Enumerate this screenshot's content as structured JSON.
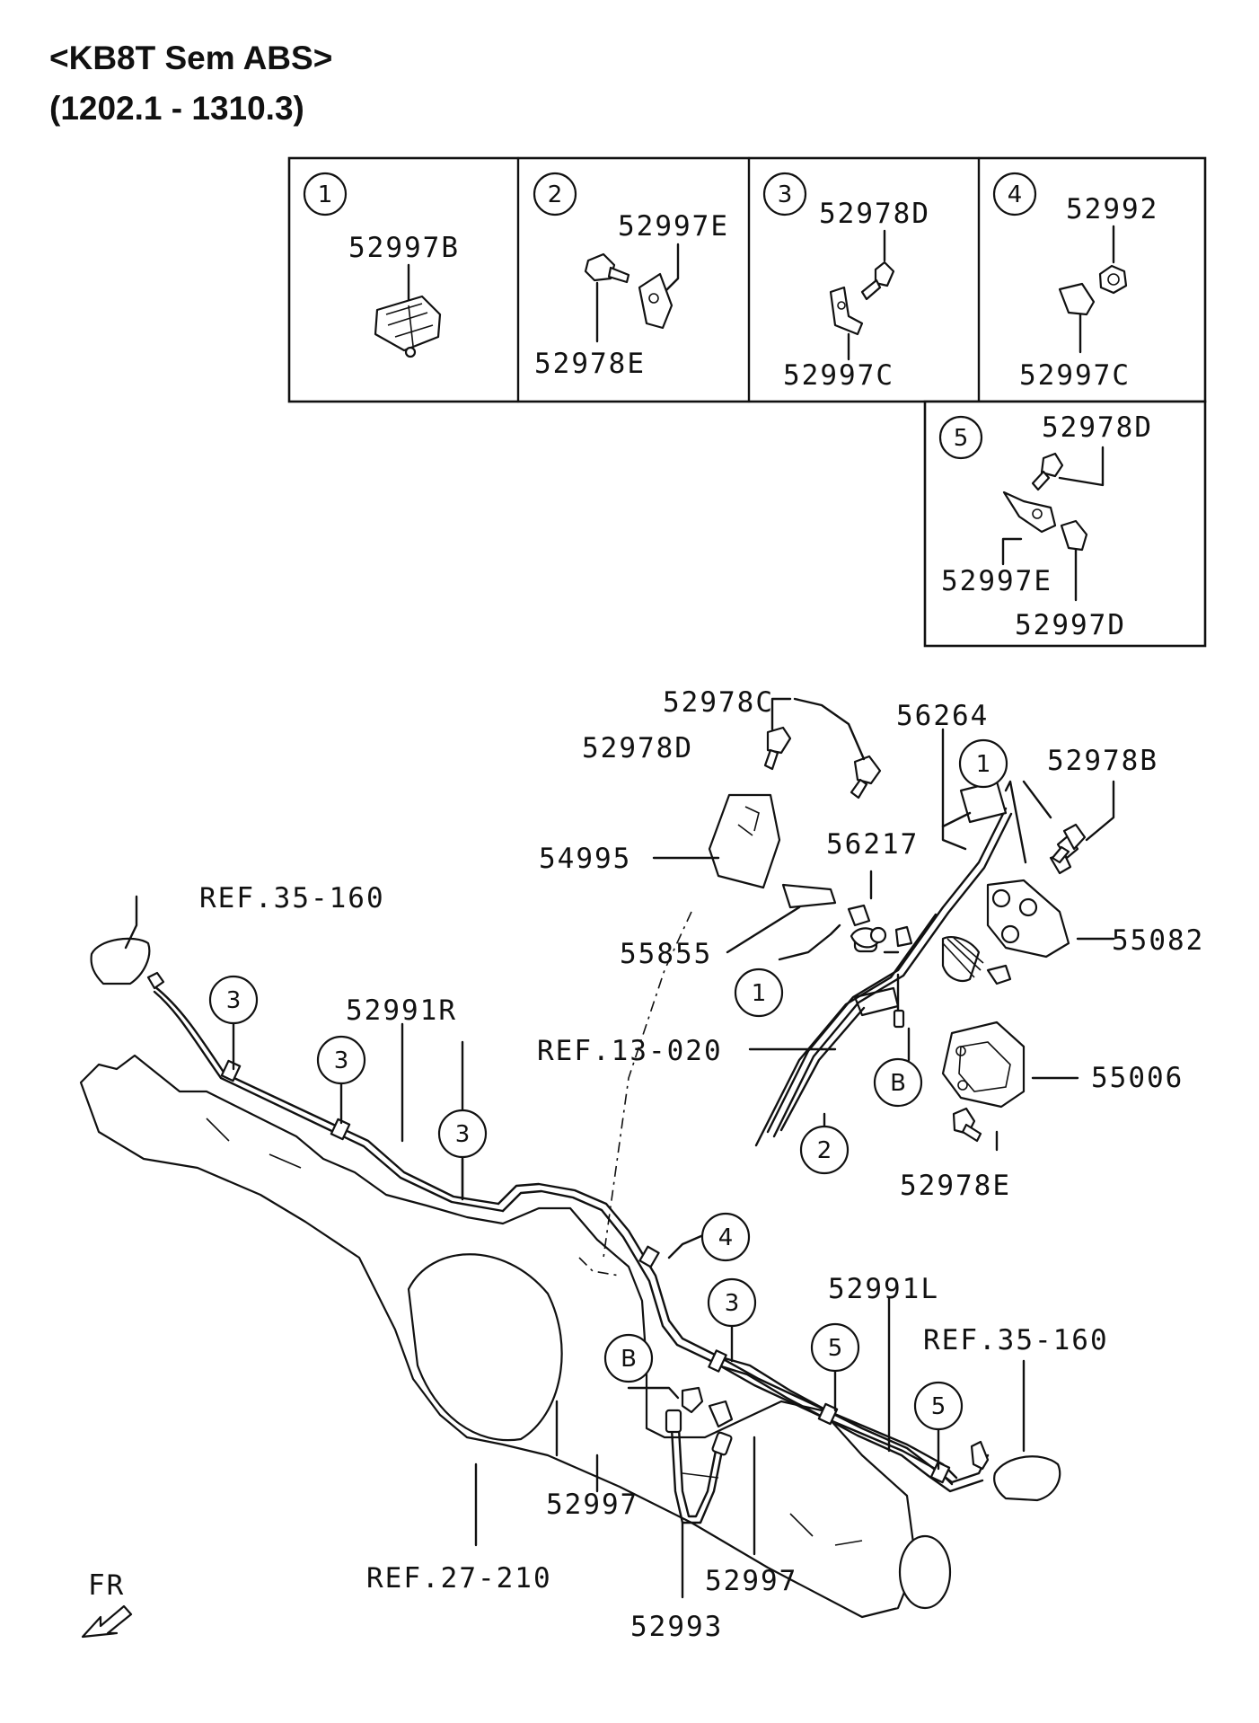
{
  "title": {
    "line1": "<KB8T Sem ABS>",
    "line2": "(1202.1 - 1310.3)"
  },
  "detail_boxes": [
    {
      "num": "1",
      "labels": [
        "52997B"
      ]
    },
    {
      "num": "2",
      "labels": [
        "52997E",
        "52978E"
      ]
    },
    {
      "num": "3",
      "labels": [
        "52978D",
        "52997C"
      ]
    },
    {
      "num": "4",
      "labels": [
        "52992",
        "52997C"
      ]
    },
    {
      "num": "5",
      "labels": [
        "52978D",
        "52997E",
        "52997D"
      ]
    }
  ],
  "main_labels": {
    "l_52978C": "52978C",
    "l_52978D": "52978D",
    "l_56264": "56264",
    "l_52978B": "52978B",
    "l_54995": "54995",
    "l_56217": "56217",
    "l_55855": "55855",
    "l_55082": "55082",
    "l_ref35_left": "REF.35-160",
    "l_52991R": "52991R",
    "l_ref13": "REF.13-020",
    "l_55006": "55006",
    "l_52978E": "52978E",
    "l_52991L": "52991L",
    "l_ref35_right": "REF.35-160",
    "l_52997_a": "52997",
    "l_52997_b": "52997",
    "l_ref27": "REF.27-210",
    "l_52993": "52993",
    "l_fr": "FR"
  },
  "callouts": {
    "c1_top": "1",
    "c1_mid": "1",
    "cB_right": "B",
    "c2": "2",
    "c3_a": "3",
    "c3_b": "3",
    "c3_c": "3",
    "c4": "4",
    "c3_d": "3",
    "cB_left": "B",
    "c5_a": "5",
    "c5_b": "5"
  }
}
